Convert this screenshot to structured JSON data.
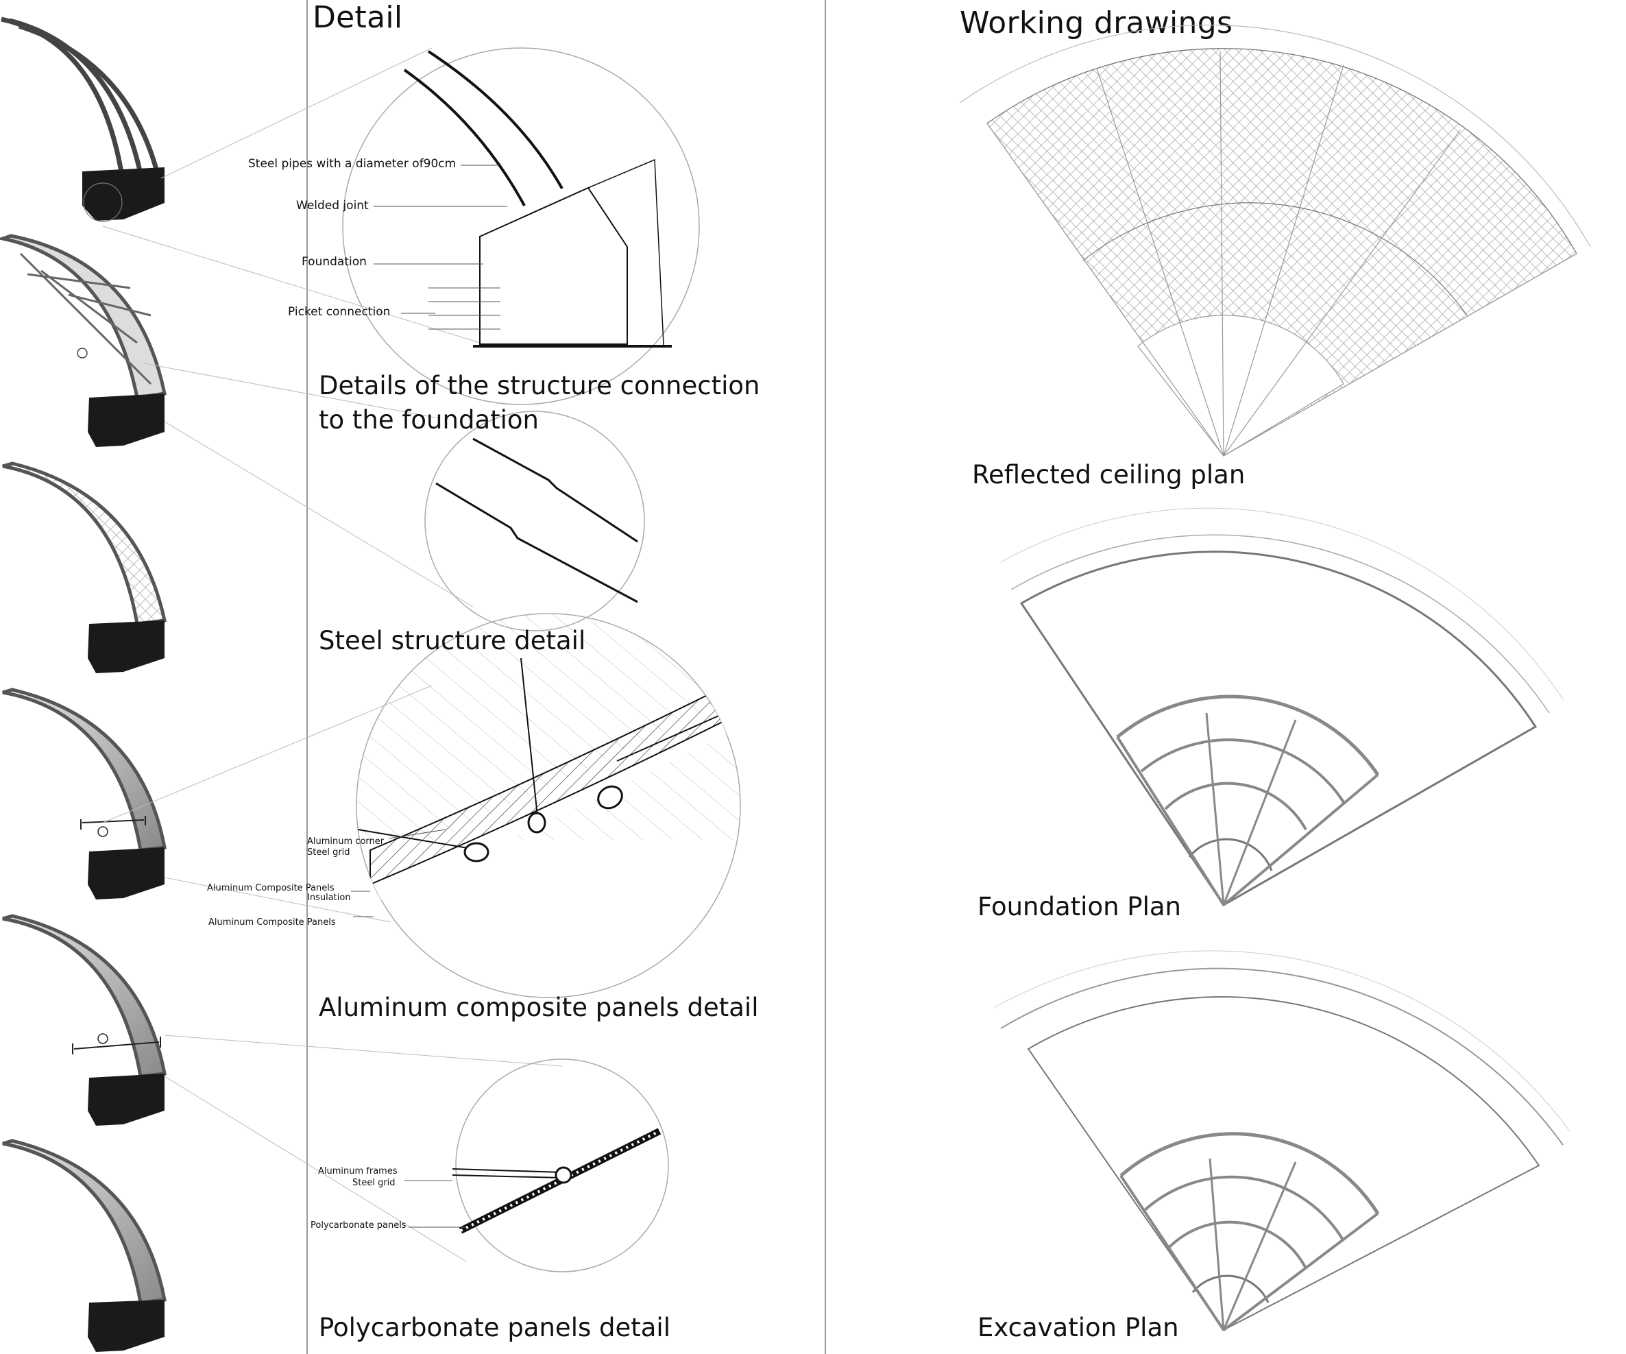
{
  "detail_title": "Detail",
  "working_title": "Working drawings",
  "subheads": {
    "connection": "Details of the structure connection to the foundation",
    "steel": "Steel structure detail",
    "aluminum": "Aluminum composite panels detail",
    "polycarbonate": "Polycarbonate panels detail"
  },
  "labels": {
    "steel_pipes": "Steel pipes with a diameter of90cm",
    "welded_joint": "Welded joint",
    "foundation": "Foundation",
    "picket_connection": "Picket connection",
    "aluminum_corner": "Aluminum corner",
    "steel_grid_a": "Steel grid",
    "acp_1": "Aluminum Composite Panels",
    "insulation": "Insulation",
    "acp_2": "Aluminum Composite Panels",
    "aluminum_frames": "Aluminum frames",
    "steel_grid_b": "Steel grid",
    "polycarbonate_panels": "Polycarbonate panels"
  },
  "plans": {
    "reflected": "Reflected ceiling plan",
    "foundation": "Foundation Plan",
    "excavation": "Excavation Plan"
  },
  "colors": {
    "ink": "#111111",
    "line": "#999999",
    "arch": "#555555",
    "block": "#1a1a1a"
  }
}
